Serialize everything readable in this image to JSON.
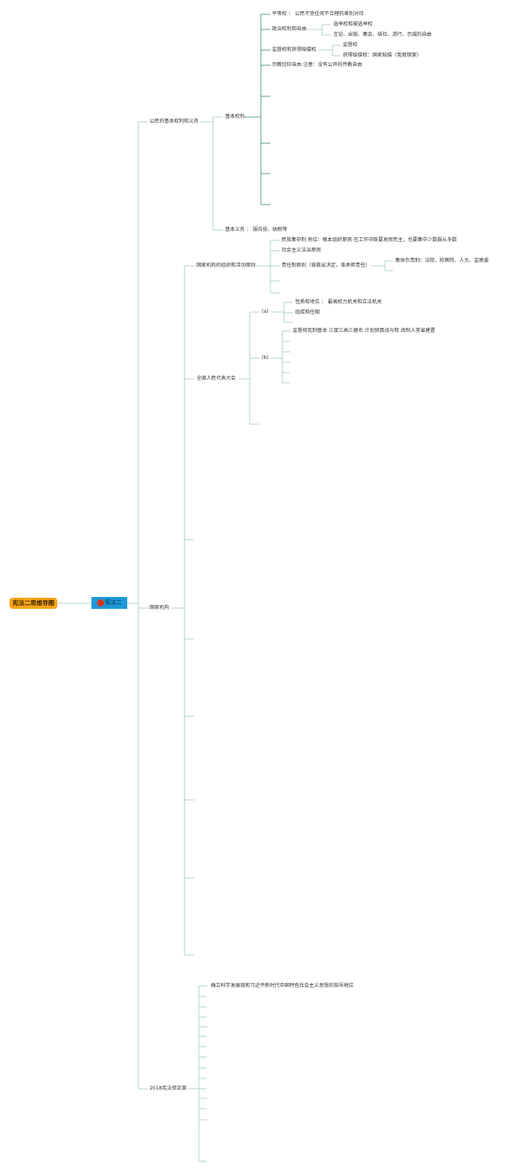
{
  "title": "宪法二思维导图",
  "badge": "宪法二",
  "colors": {
    "root_bg": "#f7a519",
    "badge_bg": "#1e9ad9",
    "badge_dot": "#d9331c",
    "line": "#2e8a5f"
  },
  "branches": {
    "rights_duties": "公民的基本权利和义务",
    "state_organs": "国家机构",
    "amendment": "2018宪法修正案"
  },
  "rights": {
    "label": "基本权利",
    "equality": "平等权 ： 公民不受任何不合理的差别对待",
    "political": "政治权利和自由",
    "vote": "选举权和被选举权",
    "speech": "言论、出版、集会、结社、游行、示威的自由",
    "supervision": "监督权和获得赔偿权",
    "supervise": "监督权",
    "compensation": "获得赔偿权：国家赔偿（冤假错案）",
    "religion": "宗教信仰自由 注意：没有公开的传教自由"
  },
  "duties": "基本义务 ： 服兵役、纳税等",
  "principles": {
    "label": "国家机构的组织和活动原则",
    "democratic": "民族集中制 地位：根本组织原则 在工作中既要发挥民主，也要集中少数服从多数",
    "rule_of_law": "社会主义法治原则",
    "responsibility": "责任制原则（谁做出决定，谁承担责任）",
    "collective": "集体负责制：法院、检察院、人大、监察委"
  },
  "npc": {
    "label": "全国人民代表大会",
    "a": "(a)",
    "nature": "性质和地位 ： 最高权力机关和立法机关",
    "composition": "组成和任期",
    "b": "(b)",
    "powers": "监督修宪制基本 三度三高三据名 计划预算战与和 改制人常省建置"
  },
  "amendment_first": "确立科学发展观和习近平新时代中国特色社会主义思想的指导地位"
}
